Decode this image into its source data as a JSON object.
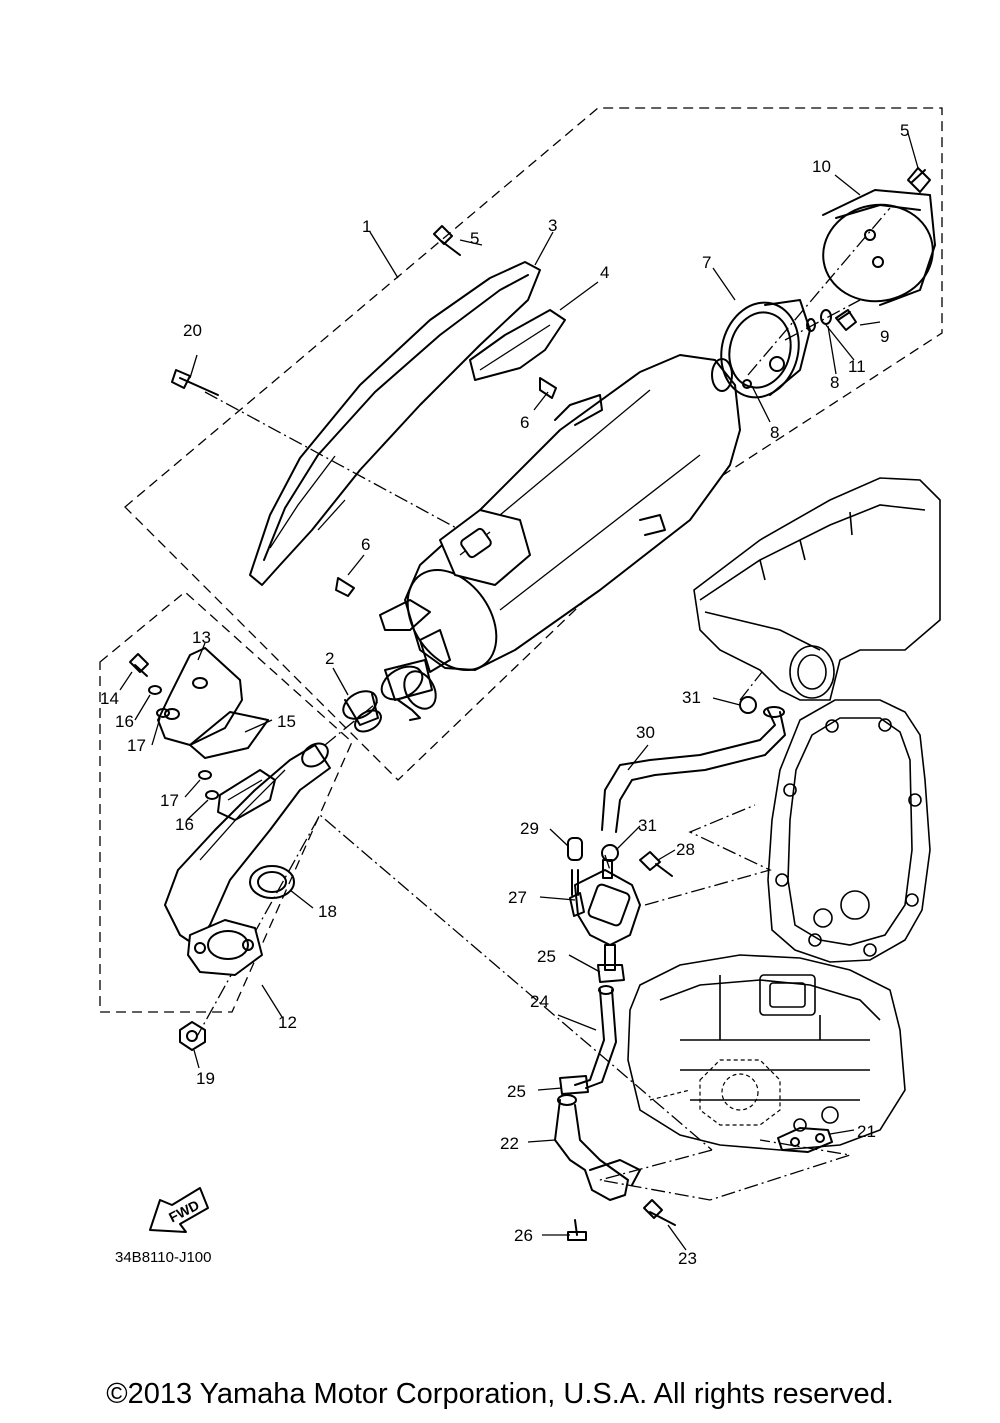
{
  "diagram": {
    "drawing_code": "34B8110-J100",
    "fwd_label": "FWD",
    "copyright": "©2013 Yamaha Motor Corporation, U.S.A. All rights reserved.",
    "callouts": {
      "p1": "1",
      "p2": "2",
      "p3": "3",
      "p4": "4",
      "p5a": "5",
      "p5b": "5",
      "p6a": "6",
      "p6b": "6",
      "p7": "7",
      "p8a": "8",
      "p8b": "8",
      "p9": "9",
      "p10": "10",
      "p11": "11",
      "p12": "12",
      "p13": "13",
      "p14": "14",
      "p15": "15",
      "p16a": "16",
      "p16b": "16",
      "p17a": "17",
      "p17b": "17",
      "p18": "18",
      "p19": "19",
      "p20": "20",
      "p21": "21",
      "p22": "22",
      "p23": "23",
      "p24": "24",
      "p25a": "25",
      "p25b": "25",
      "p26": "26",
      "p27": "27",
      "p28": "28",
      "p29": "29",
      "p30": "30",
      "p31a": "31",
      "p31b": "31"
    }
  }
}
